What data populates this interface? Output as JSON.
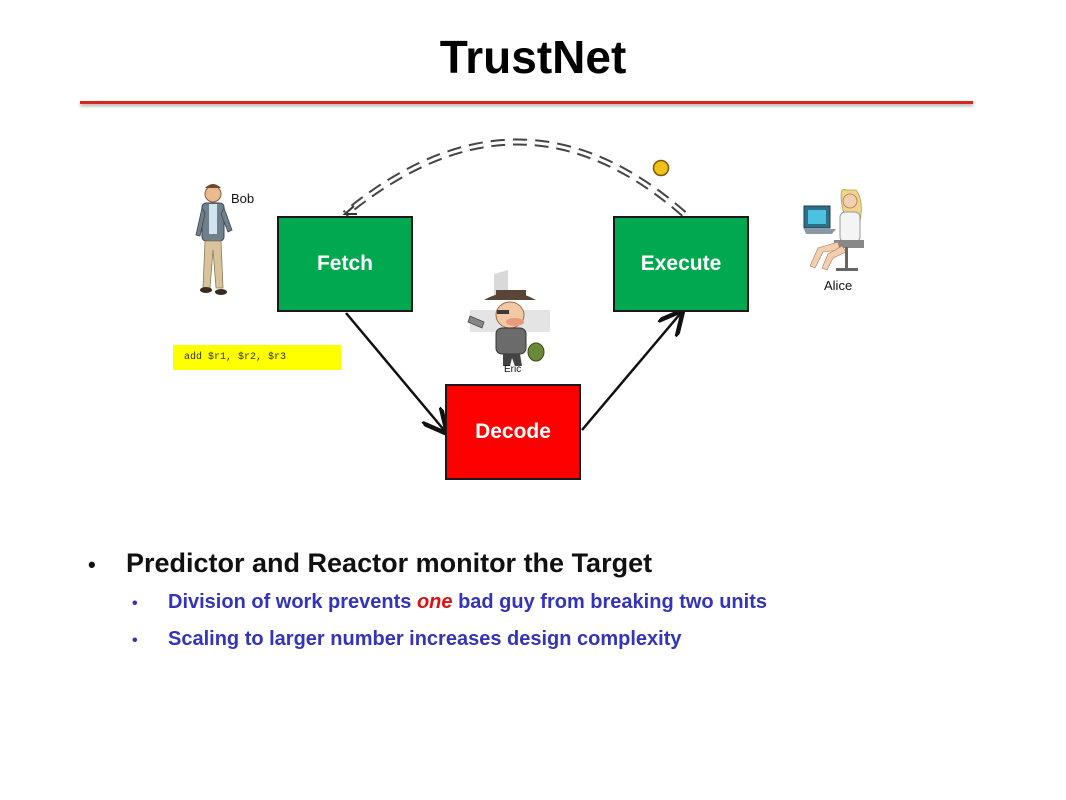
{
  "title": "TrustNet",
  "stages": {
    "fetch": "Fetch",
    "execute": "Execute",
    "decode": "Decode"
  },
  "people": {
    "bob": "Bob",
    "alice": "Alice",
    "eric": "Eric"
  },
  "instruction": "add $r1, $r2, $r3",
  "bullets": {
    "main": "Predictor and Reactor monitor the Target",
    "sub1_before": "Division of work prevents ",
    "sub1_emph": "one",
    "sub1_after": " bad guy from breaking two units",
    "sub2": "Scaling to larger number increases design complexity"
  },
  "colors": {
    "accent_rule": "#d9261c",
    "stage_green": "#00a84f",
    "stage_red": "#ff0000",
    "bullet_sub": "#3333bb",
    "emphasis": "#dd1111",
    "instruction_bg": "#ffff00"
  }
}
